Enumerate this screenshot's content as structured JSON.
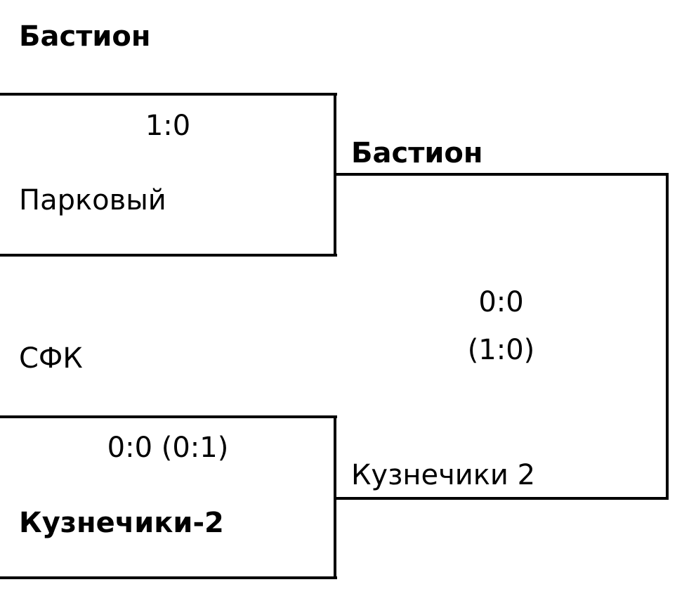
{
  "semifinal_1": {
    "team_top": "Бастион",
    "score": "1:0",
    "team_bottom": "Парковый"
  },
  "semifinal_2": {
    "team_top": "СФК",
    "score": "0:0 (0:1)",
    "team_bottom": "Кузнечики-2"
  },
  "final": {
    "team_top": "Бастион",
    "score": "0:0",
    "penalties": "(1:0)",
    "team_bottom": "Кузнечики 2"
  }
}
